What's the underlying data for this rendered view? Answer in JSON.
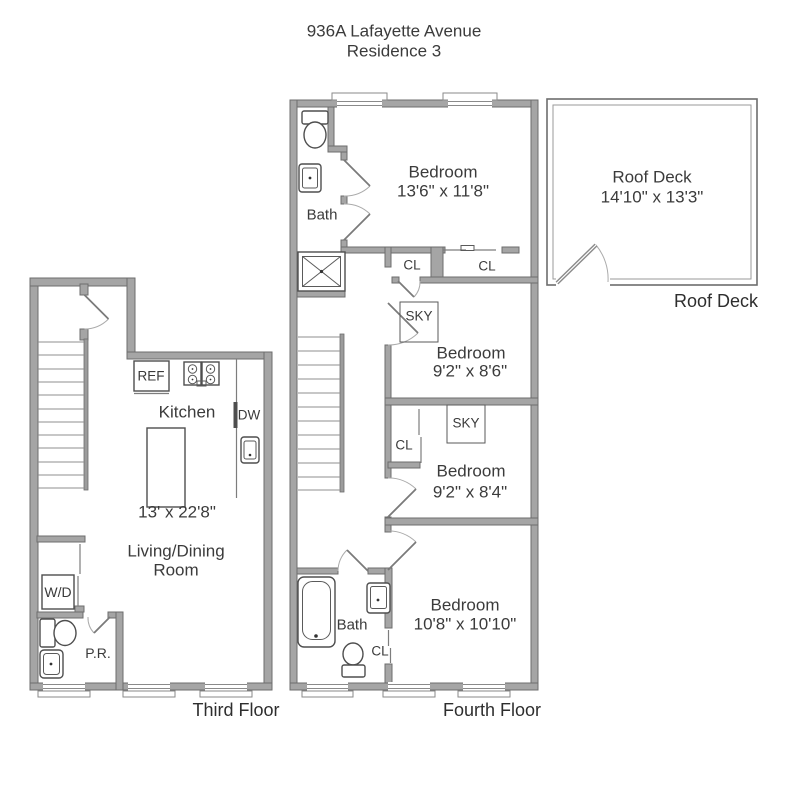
{
  "title": {
    "line1": "936A Lafayette Avenue",
    "line2": "Residence 3"
  },
  "third": {
    "label": "Third Floor",
    "kitchen": "Kitchen",
    "dims": "13' x 22'8\"",
    "living_line1": "Living/Dining",
    "living_line2": "Room",
    "ref": "REF",
    "dw": "DW",
    "wd": "W/D",
    "pr": "P.R."
  },
  "fourth": {
    "label": "Fourth Floor",
    "bath_top": "Bath",
    "bath_bottom": "Bath",
    "cl1": "CL",
    "cl2": "CL",
    "cl3": "CL",
    "cl4": "CL",
    "sky1": "SKY",
    "sky2": "SKY",
    "bedroom1_name": "Bedroom",
    "bedroom1_dims": "13'6\" x 11'8\"",
    "bedroom2_name": "Bedroom",
    "bedroom2_dims": "9'2\" x 8'6\"",
    "bedroom3_name": "Bedroom",
    "bedroom3_dims": "9'2\" x 8'4\"",
    "bedroom4_name": "Bedroom",
    "bedroom4_dims": "10'8\" x 10'10\""
  },
  "roof": {
    "label": "Roof Deck",
    "name": "Roof Deck",
    "dims": "14'10\" x 13'3\""
  },
  "colors": {
    "wall": "#a5a5a5",
    "wall_outline": "#6d6d6d",
    "text": "#3b3b3b"
  }
}
